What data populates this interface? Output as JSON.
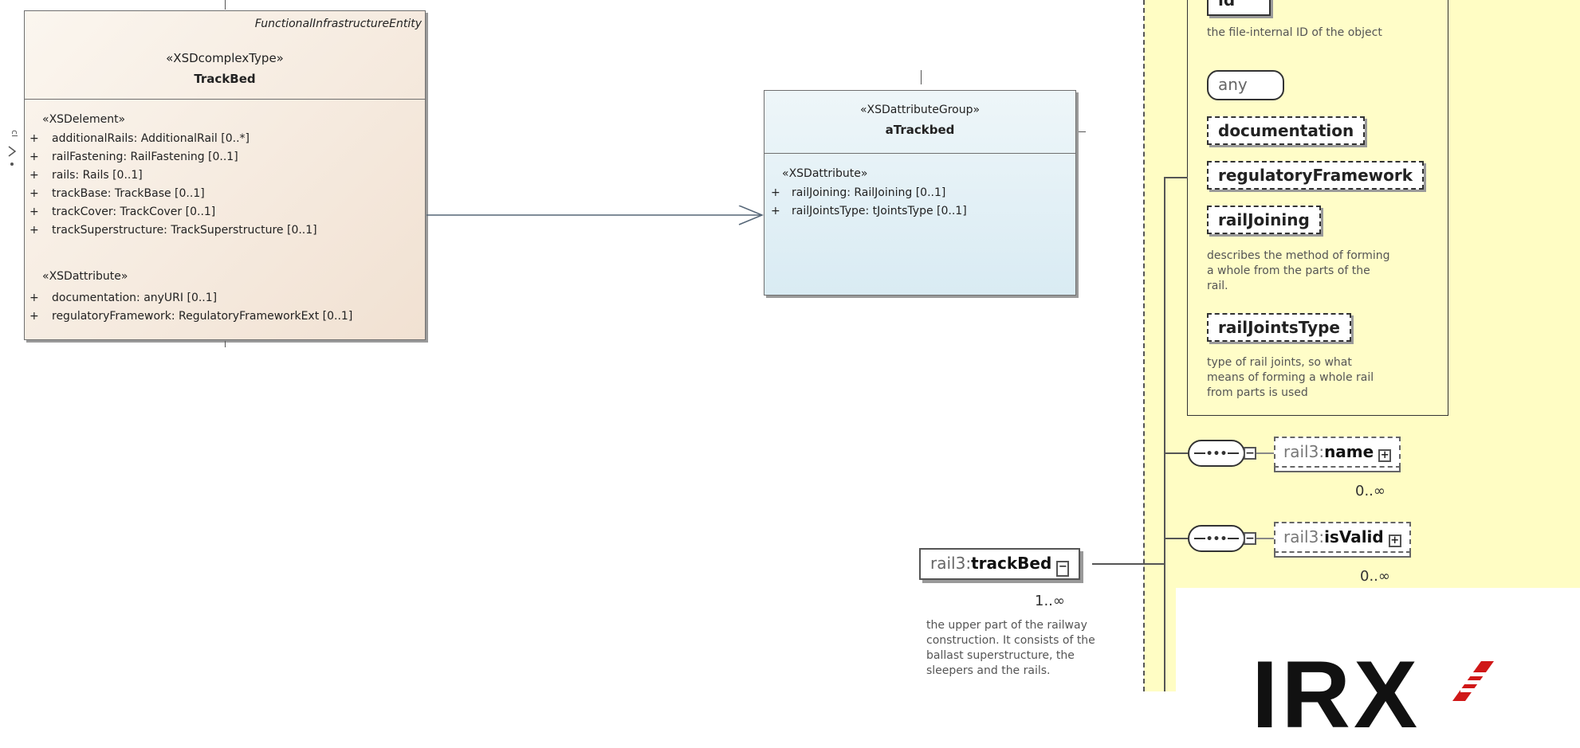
{
  "uml": {
    "trackbed": {
      "parent": "FunctionalInfrastructureEntity",
      "stereotype": "«XSDcomplexType»",
      "name": "TrackBed",
      "element_section": "«XSDelement»",
      "elements": [
        {
          "vis": "+",
          "text": "additionalRails: AdditionalRail [0..*]"
        },
        {
          "vis": "+",
          "text": "railFastening: RailFastening [0..1]"
        },
        {
          "vis": "+",
          "text": "rails: Rails [0..1]"
        },
        {
          "vis": "+",
          "text": "trackBase: TrackBase [0..1]"
        },
        {
          "vis": "+",
          "text": "trackCover: TrackCover [0..1]"
        },
        {
          "vis": "+",
          "text": "trackSuperstructure: TrackSuperstructure [0..1]"
        }
      ],
      "attribute_section": "«XSDattribute»",
      "attributes": [
        {
          "vis": "+",
          "text": "documentation: anyURI [0..1]"
        },
        {
          "vis": "+",
          "text": "regulatoryFramework: RegulatoryFrameworkExt [0..1]"
        }
      ]
    },
    "atrackbed": {
      "stereotype": "«XSDattributeGroup»",
      "name": "aTrackbed",
      "attribute_section": "«XSDattribute»",
      "attributes": [
        {
          "vis": "+",
          "text": "railJoining: RailJoining [0..1]"
        },
        {
          "vis": "+",
          "text": "railJointsType: tJointsType [0..1]"
        }
      ]
    }
  },
  "xsd": {
    "id_label": "id",
    "id_doc": "the file-internal ID of the object",
    "any_label": "any",
    "documentation_label": "documentation",
    "regulatory_label": "regulatoryFramework",
    "railjoining_label": "railJoining",
    "railjoining_doc": "describes the method of forming a whole from the parts of the rail.",
    "railjointstype_label": "railJointsType",
    "railjointstype_doc": "type of rail joints, so what means of forming a whole rail from parts is used",
    "seq_symbol": "•••",
    "name_ns": "rail3:",
    "name_el": "name",
    "name_card": "0..∞",
    "isvalid_ns": "rail3:",
    "isvalid_el": "isValid",
    "isvalid_card": "0..∞",
    "trackbed_ns": "rail3:",
    "trackbed_el": "trackBed",
    "trackbed_card": "1..∞",
    "trackbed_doc": "the upper part of the railway construction. It consists of the ballast superstructure, the sleepers and the rails.",
    "minus": "−",
    "plus": "+"
  },
  "logo": {
    "text": "IRX"
  }
}
